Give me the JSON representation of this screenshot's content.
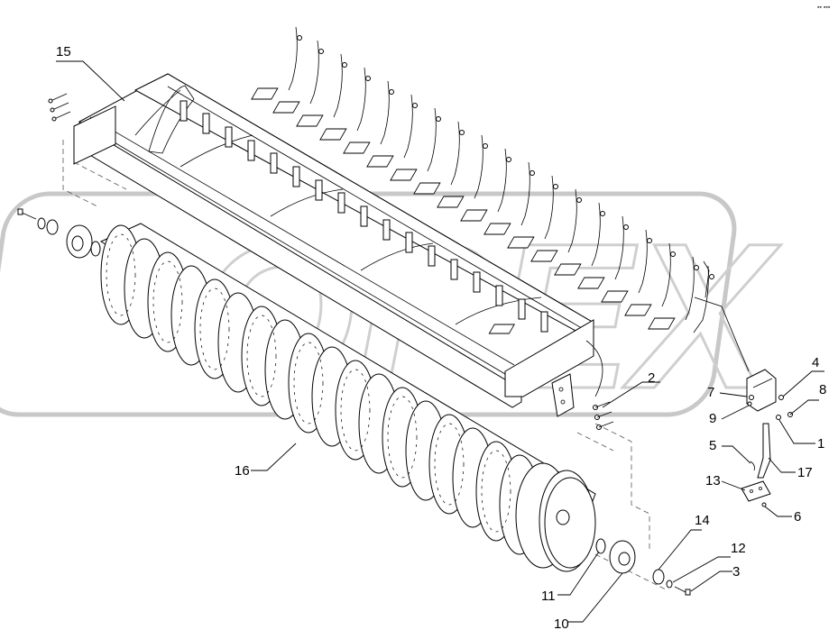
{
  "corner_mark": "▪▪ ▪▪▪",
  "watermark": "OPEX",
  "callouts": [
    {
      "id": "15",
      "label": "15"
    },
    {
      "id": "2",
      "label": "2"
    },
    {
      "id": "4",
      "label": "4"
    },
    {
      "id": "7",
      "label": "7"
    },
    {
      "id": "8",
      "label": "8"
    },
    {
      "id": "9",
      "label": "9"
    },
    {
      "id": "1",
      "label": "1"
    },
    {
      "id": "5",
      "label": "5"
    },
    {
      "id": "17",
      "label": "17"
    },
    {
      "id": "13",
      "label": "13"
    },
    {
      "id": "6",
      "label": "6"
    },
    {
      "id": "16",
      "label": "16"
    },
    {
      "id": "14",
      "label": "14"
    },
    {
      "id": "12",
      "label": "12"
    },
    {
      "id": "3",
      "label": "3"
    },
    {
      "id": "11",
      "label": "11"
    },
    {
      "id": "10",
      "label": "10"
    }
  ]
}
